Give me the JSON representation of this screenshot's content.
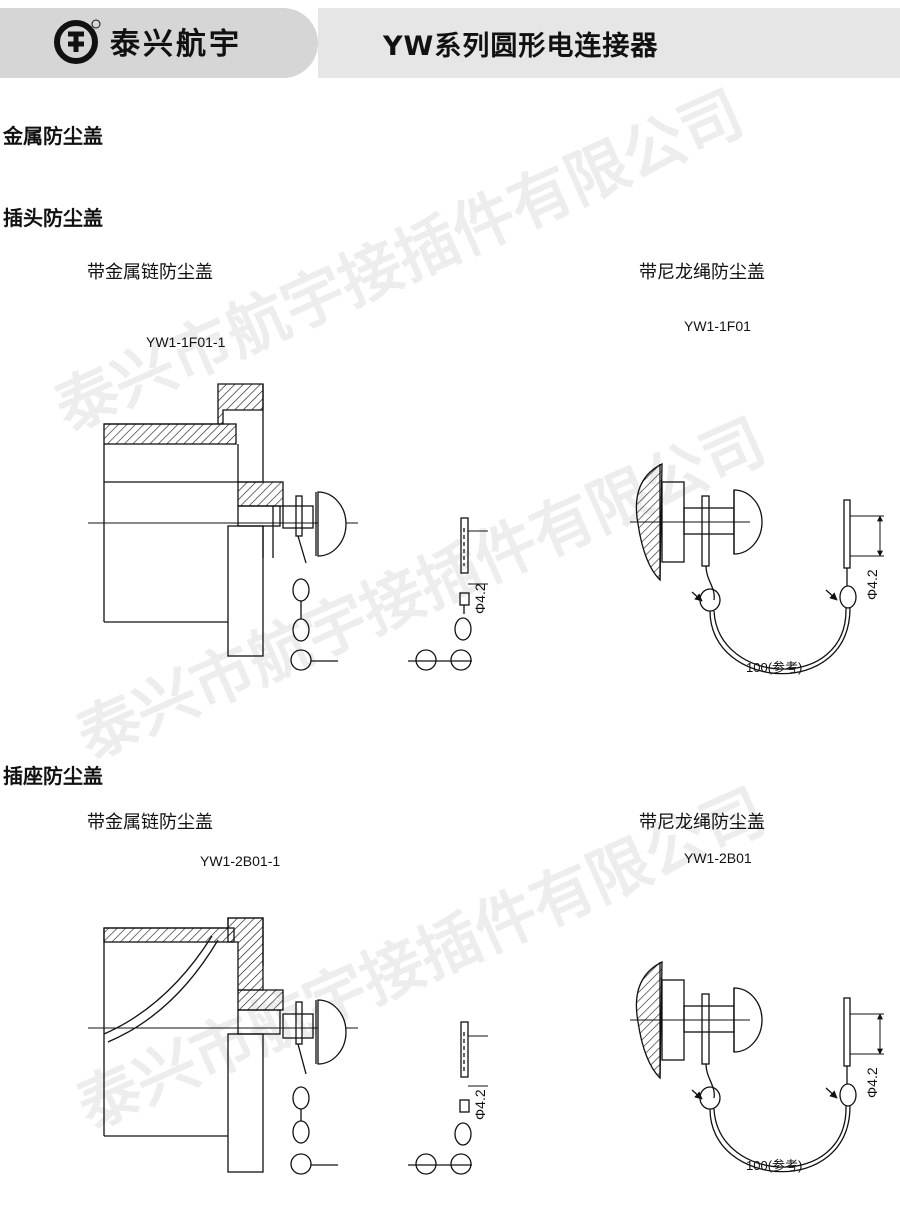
{
  "header": {
    "brand": "泰兴航宇",
    "title": "YW系列圆形电连接器"
  },
  "sections": {
    "metal_cap": "金属防尘盖",
    "plug_cap": "插头防尘盖",
    "socket_cap": "插座防尘盖"
  },
  "plug": {
    "chain": {
      "label": "带金属链防尘盖",
      "model": "YW1-1F01-1"
    },
    "nylon": {
      "label": "带尼龙绳防尘盖",
      "model": "YW1-1F01"
    }
  },
  "socket": {
    "chain": {
      "label": "带金属链防尘盖",
      "model": "YW1-2B01-1"
    },
    "nylon": {
      "label": "带尼龙绳防尘盖",
      "model": "YW1-2B01"
    }
  },
  "dims": {
    "hole": "Φ4.2",
    "rope_length": "100(参考)"
  },
  "watermark": "泰兴市航宇接插件有限公司"
}
